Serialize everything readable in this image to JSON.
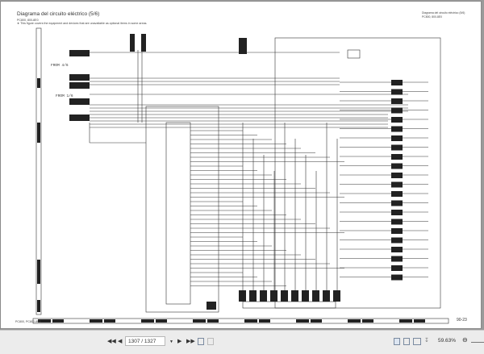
{
  "document": {
    "title": "Diagrama del circuito eléctrico (5/6)",
    "model": "PC800, 800-8E0",
    "note": "★ This figure covers the equipment and devices that are unavailable as optional items in some areas.",
    "header_right_title": "Diagrama del circuito eléctrico (5/6)",
    "header_right_model": "PC800, 800-8E0",
    "footer_left": "PC800, PC800-8E0",
    "footer_right": "90-23",
    "from_labels": [
      "FROM 4/6",
      "FROM 1/6"
    ]
  },
  "toolbar": {
    "first_page_icon": "skip-first-icon",
    "prev_page_icon": "prev-icon",
    "page_value": "1307 / 1327",
    "next_page_icon": "next-icon",
    "last_page_icon": "skip-last-icon",
    "zoom_value": "59.63%"
  }
}
